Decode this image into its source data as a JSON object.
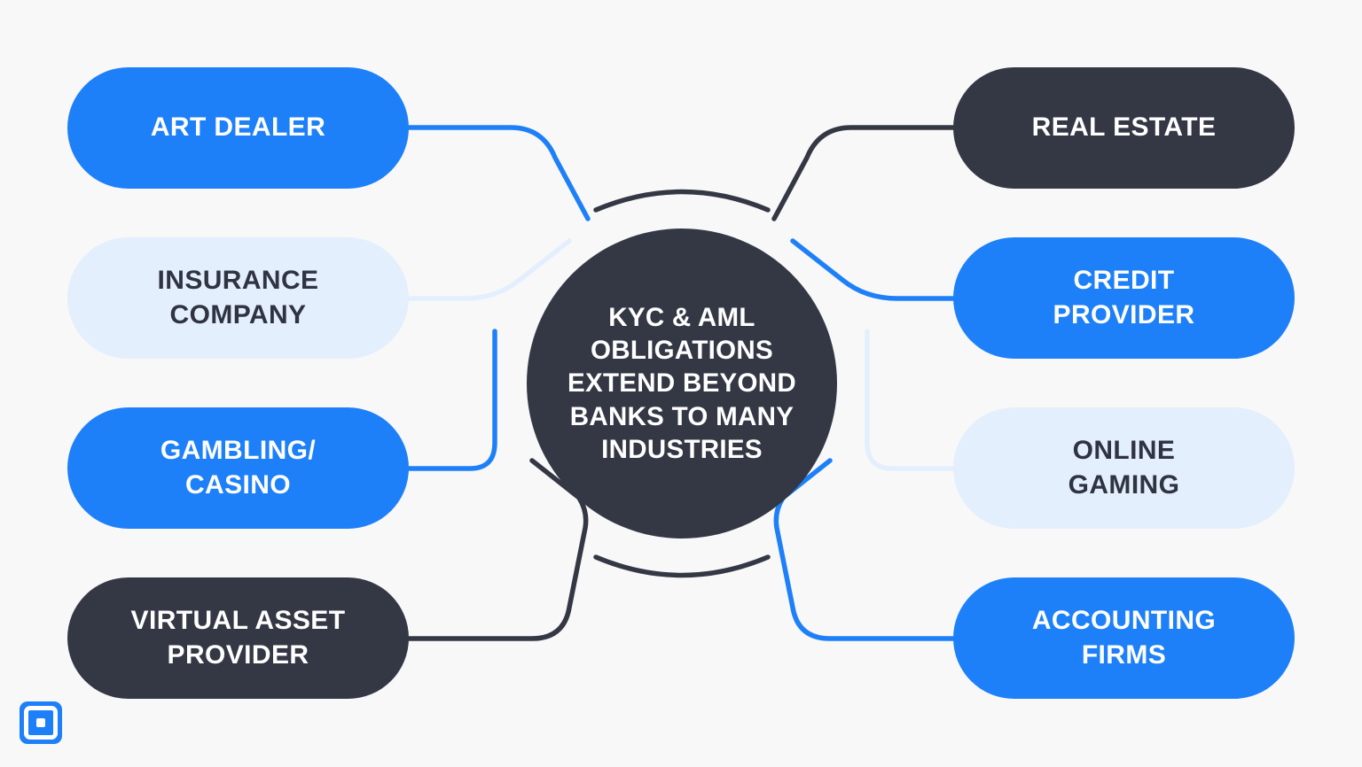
{
  "diagram": {
    "center": {
      "text": "KYC & AML OBLIGATIONS EXTEND BEYOND BANKS TO MANY INDUSTRIES"
    },
    "nodes": [
      {
        "id": "art-dealer",
        "label": "ART DEALER",
        "side": "left",
        "theme": "blue"
      },
      {
        "id": "insurance-company",
        "label": "INSURANCE\nCOMPANY",
        "side": "left",
        "theme": "pale"
      },
      {
        "id": "gambling-casino",
        "label": "GAMBLING/\nCASINO",
        "side": "left",
        "theme": "blue"
      },
      {
        "id": "virtual-asset-provider",
        "label": "VIRTUAL ASSET\nPROVIDER",
        "side": "left",
        "theme": "dark"
      },
      {
        "id": "real-estate",
        "label": "REAL ESTATE",
        "side": "right",
        "theme": "dark"
      },
      {
        "id": "credit-provider",
        "label": "CREDIT\nPROVIDER",
        "side": "right",
        "theme": "blue"
      },
      {
        "id": "online-gaming",
        "label": "ONLINE\nGAMING",
        "side": "right",
        "theme": "pale"
      },
      {
        "id": "accounting-firms",
        "label": "ACCOUNTING\nFIRMS",
        "side": "right",
        "theme": "blue"
      }
    ],
    "colors": {
      "background": "#f8f8f8",
      "blue": "#1e80f8",
      "pale_blue": "#e4effd",
      "dark": "#343845",
      "white": "#ffffff"
    },
    "logo": {
      "name": "concentric-square-logo",
      "color": "#1e80f8"
    }
  }
}
